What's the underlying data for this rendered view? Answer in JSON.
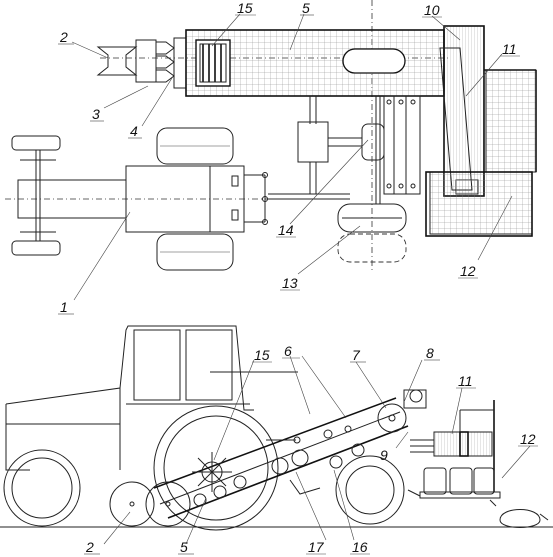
{
  "labels": {
    "l1": "1",
    "l2": "2",
    "l3": "3",
    "l4": "4",
    "l5": "5",
    "l10": "10",
    "l11": "11",
    "l12": "12",
    "l13": "13",
    "l14": "14",
    "l15": "15",
    "s2": "2",
    "s5": "5",
    "s6": "6",
    "s7": "7",
    "s8": "8",
    "s9": "9",
    "s11": "11",
    "s12": "12",
    "s15": "15",
    "s16": "16",
    "s17": "17"
  }
}
